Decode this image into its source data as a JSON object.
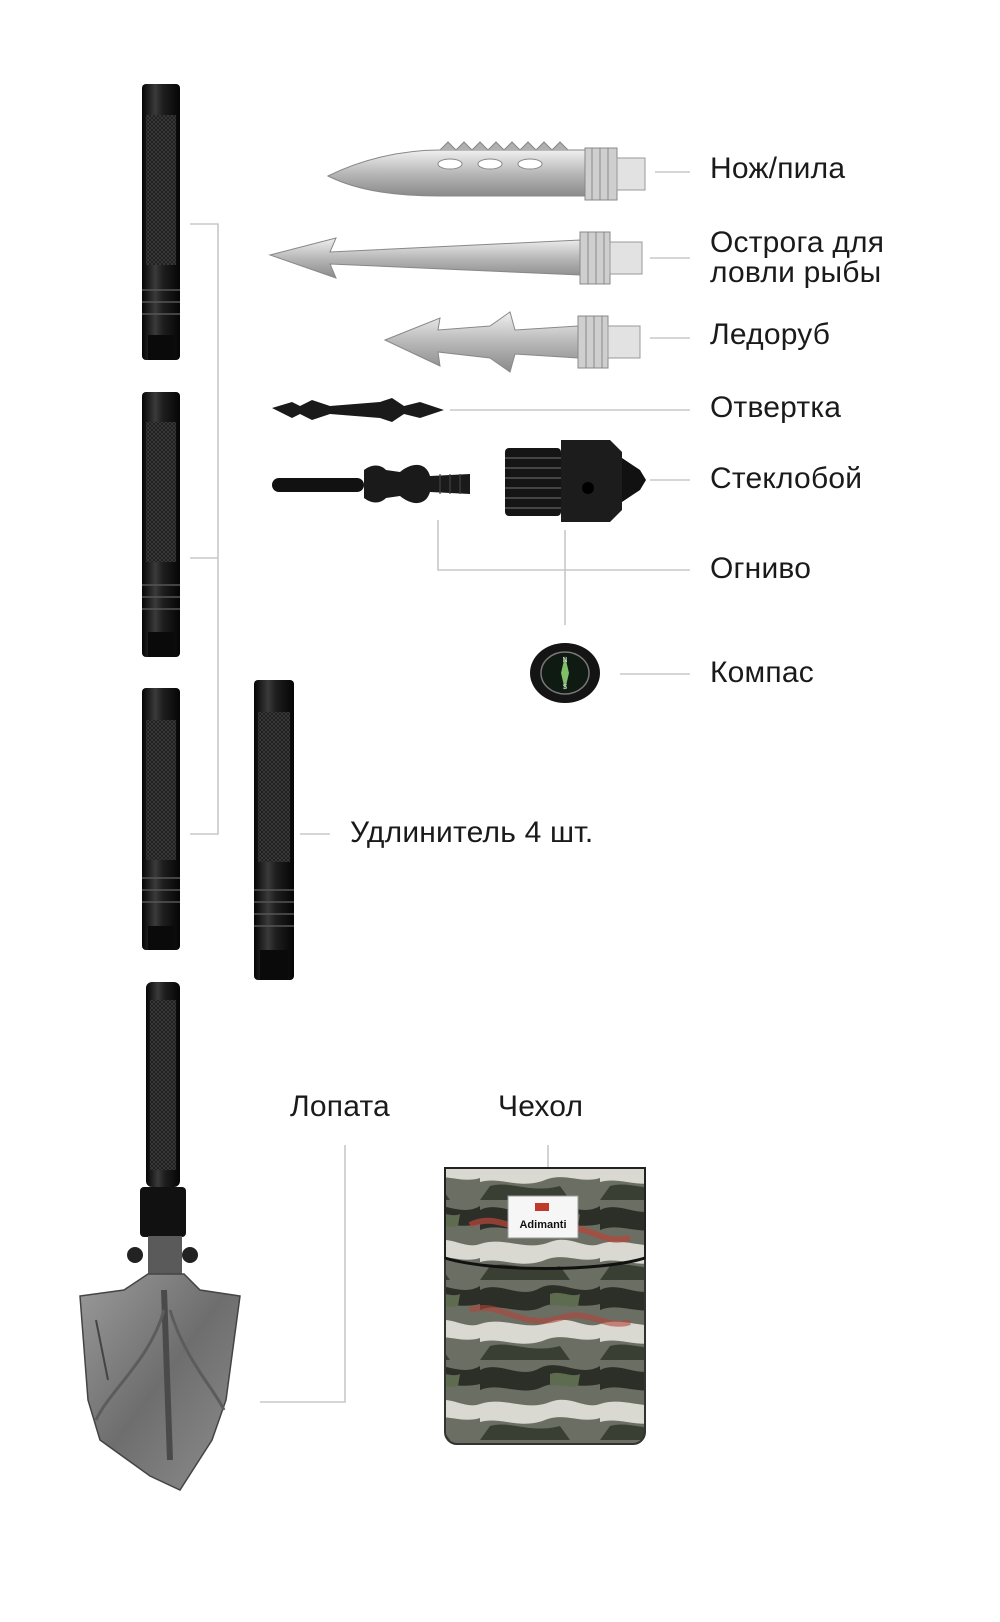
{
  "labels": {
    "knife_saw": "Нож/пила",
    "fishing_spear": "Острога для ловли рыбы",
    "ice_axe": "Ледоруб",
    "screwdriver": "Отвертка",
    "glass_breaker": "Стеклобой",
    "fire_starter": "Огниво",
    "compass": "Компас",
    "extension": "Удлинитель 4 шт.",
    "shovel": "Лопата",
    "case": "Чехол"
  },
  "case_brand": "Adimanti",
  "colors": {
    "text": "#1a1a1a",
    "leader_line": "#c8c8c8",
    "tube_black": "#161616",
    "steel": "#c9c9c9",
    "blade_dark": "#7f7f7f",
    "camo_green": "#5d6b4e",
    "camo_red": "#b2453b"
  }
}
